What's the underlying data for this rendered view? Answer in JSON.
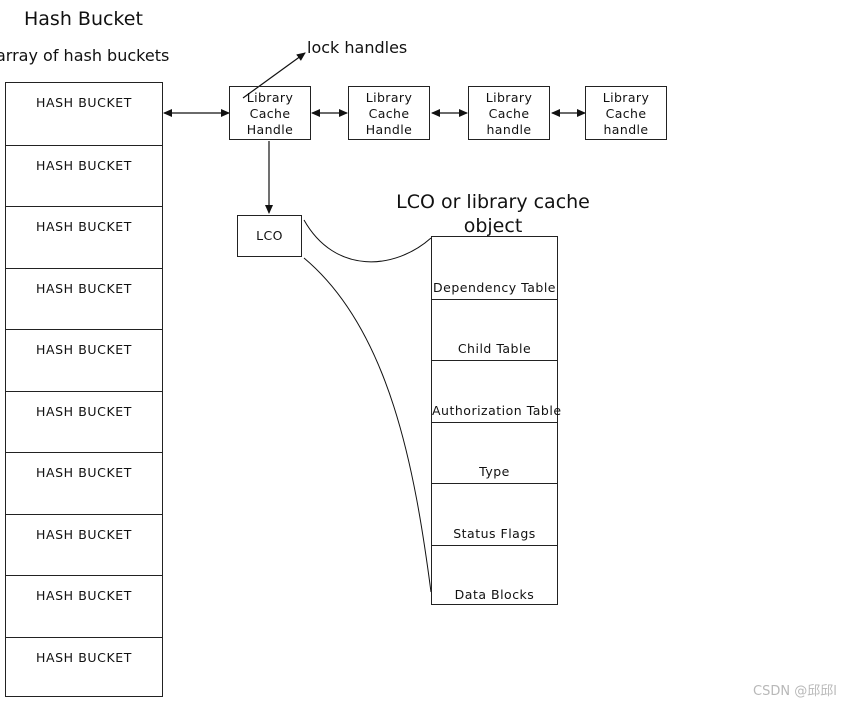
{
  "title": "Hash Bucket",
  "subtitle": "array of hash buckets",
  "lock_label": "lock handles",
  "lco_title": "LCO or library cache object",
  "hash_buckets": [
    "HASH BUCKET",
    "HASH BUCKET",
    "HASH BUCKET",
    "HASH BUCKET",
    "HASH BUCKET",
    "HASH BUCKET",
    "HASH BUCKET",
    "HASH BUCKET",
    "HASH BUCKET",
    "HASH BUCKET"
  ],
  "handles": [
    {
      "line1": "Library",
      "line2": "Cache",
      "line3": "Handle"
    },
    {
      "line1": "Library",
      "line2": "Cache",
      "line3": "Handle"
    },
    {
      "line1": "Library",
      "line2": "Cache",
      "line3": "handle"
    },
    {
      "line1": "Library",
      "line2": "Cache",
      "line3": "handle"
    }
  ],
  "lco_box_label": "LCO",
  "lco_rows": [
    "Dependency Table",
    "Child Table",
    "Authorization Table",
    "Type",
    "Status Flags",
    "Data Blocks"
  ],
  "watermark": "CSDN @邱邱l"
}
